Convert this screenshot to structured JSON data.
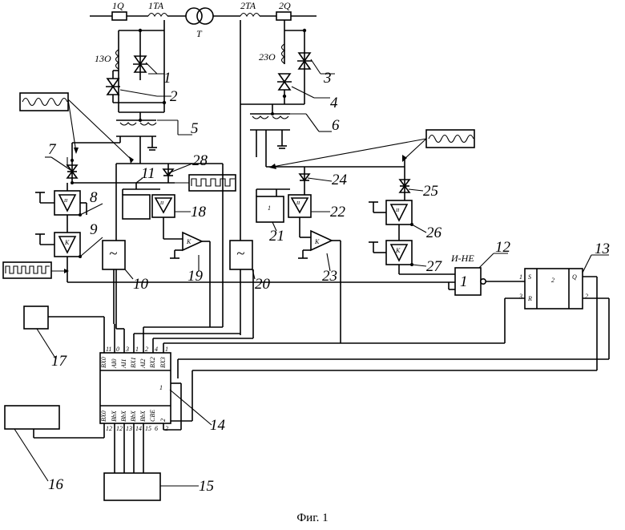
{
  "caption": "Фиг. 1",
  "top_labels": {
    "breaker_1": "1Q",
    "ct_1": "1TA",
    "transformer": "T",
    "ct_2": "2TA",
    "breaker_2": "2Q",
    "sensor_1": "13O",
    "sensor_2": "23O"
  },
  "gate_label": "И-НЕ",
  "block_symbols": {
    "or_gate": "1",
    "amplifier": "K",
    "schmitt": "ɪɪ",
    "converter": "~",
    "counter_ticks": "1"
  },
  "numbers": [
    "1",
    "2",
    "3",
    "4",
    "5",
    "6",
    "7",
    "8",
    "9",
    "10",
    "11",
    "12",
    "13",
    "14",
    "15",
    "16",
    "17",
    "18",
    "19",
    "20",
    "21",
    "22",
    "23",
    "24",
    "25",
    "26",
    "27",
    "28"
  ],
  "trigger_pins": {
    "s": "S",
    "r": "R",
    "q": "Q",
    "in1": "1",
    "in3": "3",
    "out2": "2",
    "mid": "2"
  },
  "controller_pins_top": [
    "BX0",
    "AI0",
    "AI1",
    "BX1",
    "AI2",
    "BX2",
    "BX3"
  ],
  "controller_pins_top_nums": [
    "11",
    "0",
    "3",
    "1",
    "2",
    "4",
    "1"
  ],
  "controller_pins_bottom": [
    "BX0",
    "BbX",
    "BbX",
    "BbX",
    "BbX",
    "CBE",
    "2"
  ],
  "controller_pins_bottom_nums": [
    "12",
    "12",
    "13",
    "14",
    "15",
    "6",
    "2"
  ],
  "controller_center": "1"
}
